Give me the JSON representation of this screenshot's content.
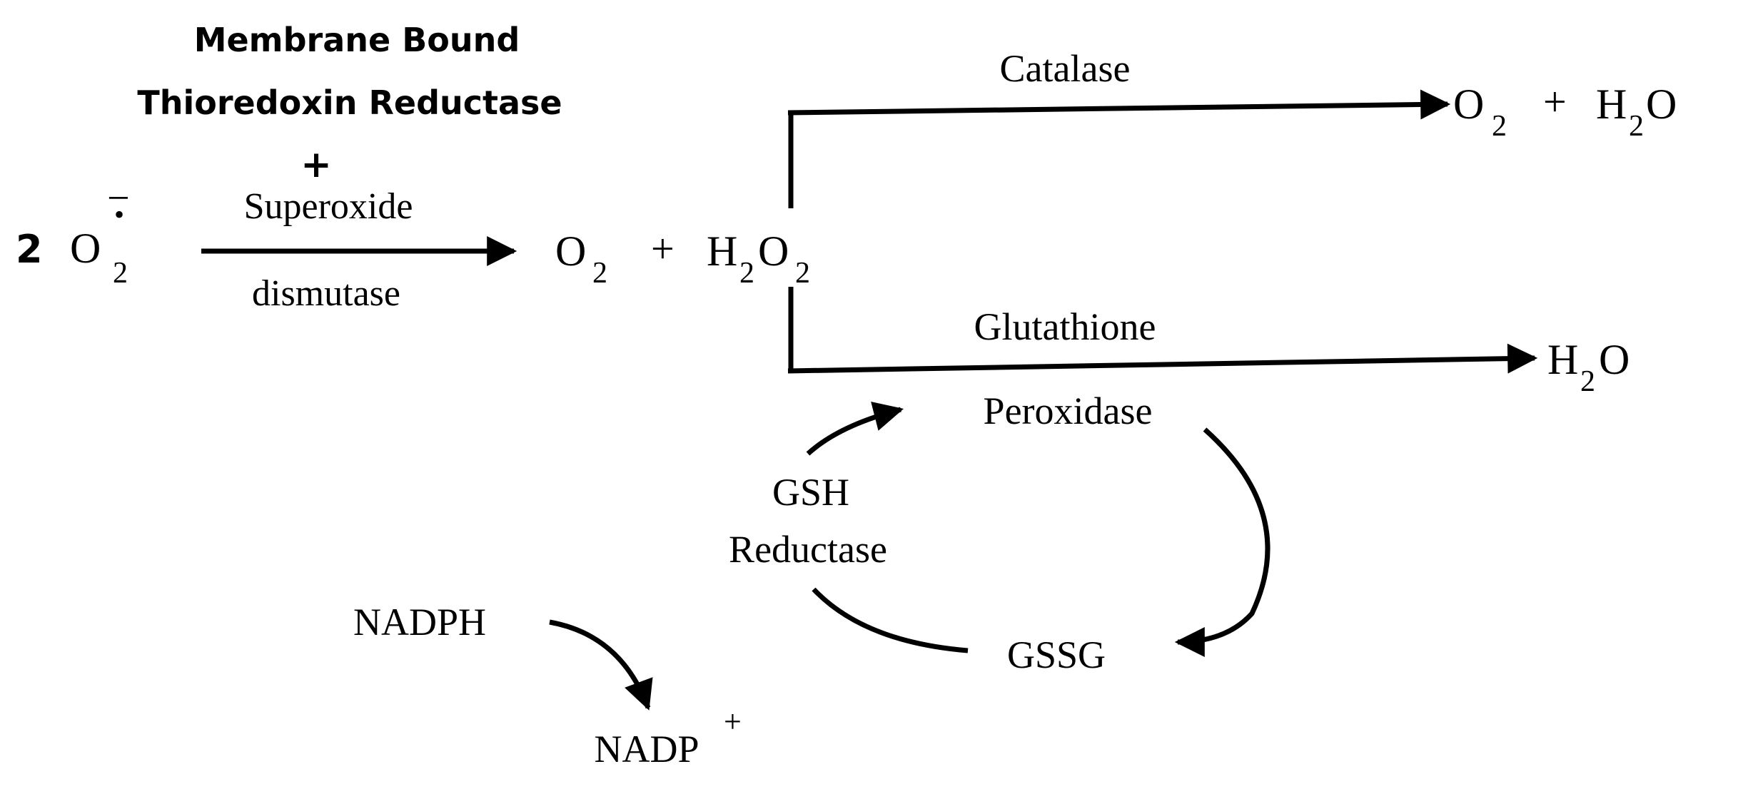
{
  "enzymes": {
    "membrane_bound_line1": "Membrane Bound",
    "membrane_bound_line2": "Thioredoxin Reductase",
    "plus": "+",
    "sod_line1": "Superoxide",
    "sod_line2": "dismutase",
    "catalase": "Catalase",
    "gpx_line1": "Glutathione",
    "gpx_line2": "Peroxidase",
    "gr_line1": "GSH",
    "gr_line2": "Reductase"
  },
  "species": {
    "superoxide_coef": "2",
    "superoxide_base": "O",
    "superoxide_sub": "2",
    "superoxide_radical": "•",
    "superoxide_charge": "−",
    "sod_products": {
      "o2_base": "O",
      "o2_sub": "2",
      "plus": "+",
      "h2o2_h": "H",
      "h2o2_sub1": "2",
      "h2o2_o": "O",
      "h2o2_sub2": "2"
    },
    "catalase_products": {
      "o2_base": "O",
      "o2_sub": "2",
      "plus": "+",
      "h2o_h": "H",
      "h2o_sub": "2",
      "h2o_o": "O"
    },
    "gpx_product": {
      "h2o_h": "H",
      "h2o_sub": "2",
      "h2o_o": "O"
    },
    "gssg": "GSSG",
    "nadph": "NADPH",
    "nadp_base": "NADP",
    "nadp_charge": "+"
  },
  "colors": {
    "ink": "#000000",
    "background": "#ffffff"
  }
}
